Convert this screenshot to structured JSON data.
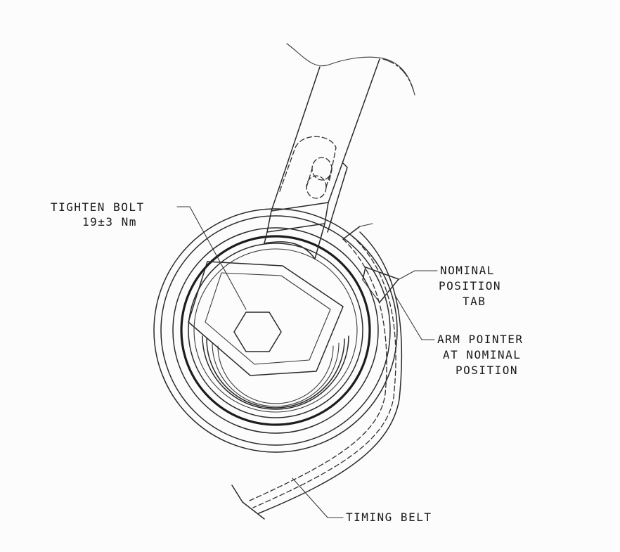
{
  "labels": {
    "tighten_bolt": {
      "line1": "TIGHTEN BOLT",
      "line2": "19±3 Nm"
    },
    "nominal_position_tab": {
      "line1": "NOMINAL",
      "line2": "POSITION",
      "line3": "TAB"
    },
    "arm_pointer": {
      "line1": "ARM POINTER",
      "line2": "AT NOMINAL",
      "line3": "POSITION"
    },
    "timing_belt": "TIMING BELT"
  }
}
